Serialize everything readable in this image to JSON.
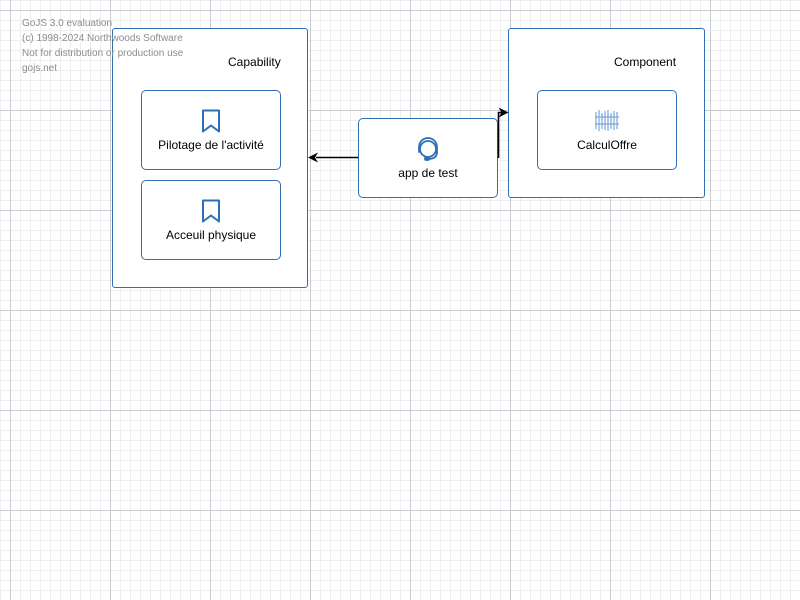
{
  "watermark": {
    "line1": "GoJS 3.0 evaluation",
    "line2": "(c) 1998-2024 Northwoods Software",
    "line3": "Not for distribution or production use",
    "line4": "gojs.net"
  },
  "groups": {
    "capability": {
      "title": "Capability"
    },
    "component": {
      "title": "Component"
    }
  },
  "nodes": {
    "pilotage": {
      "label": "Pilotage de l'activité",
      "icon": "bookmark-icon"
    },
    "accueil": {
      "label": "Acceuil physique",
      "icon": "bookmark-icon"
    },
    "app": {
      "label": "app de test",
      "icon": "headset-icon"
    },
    "calcul": {
      "label": "CalculOffre",
      "icon": "component-icon"
    }
  },
  "colors": {
    "accent": "#2f6fb5",
    "link": "#000000"
  }
}
